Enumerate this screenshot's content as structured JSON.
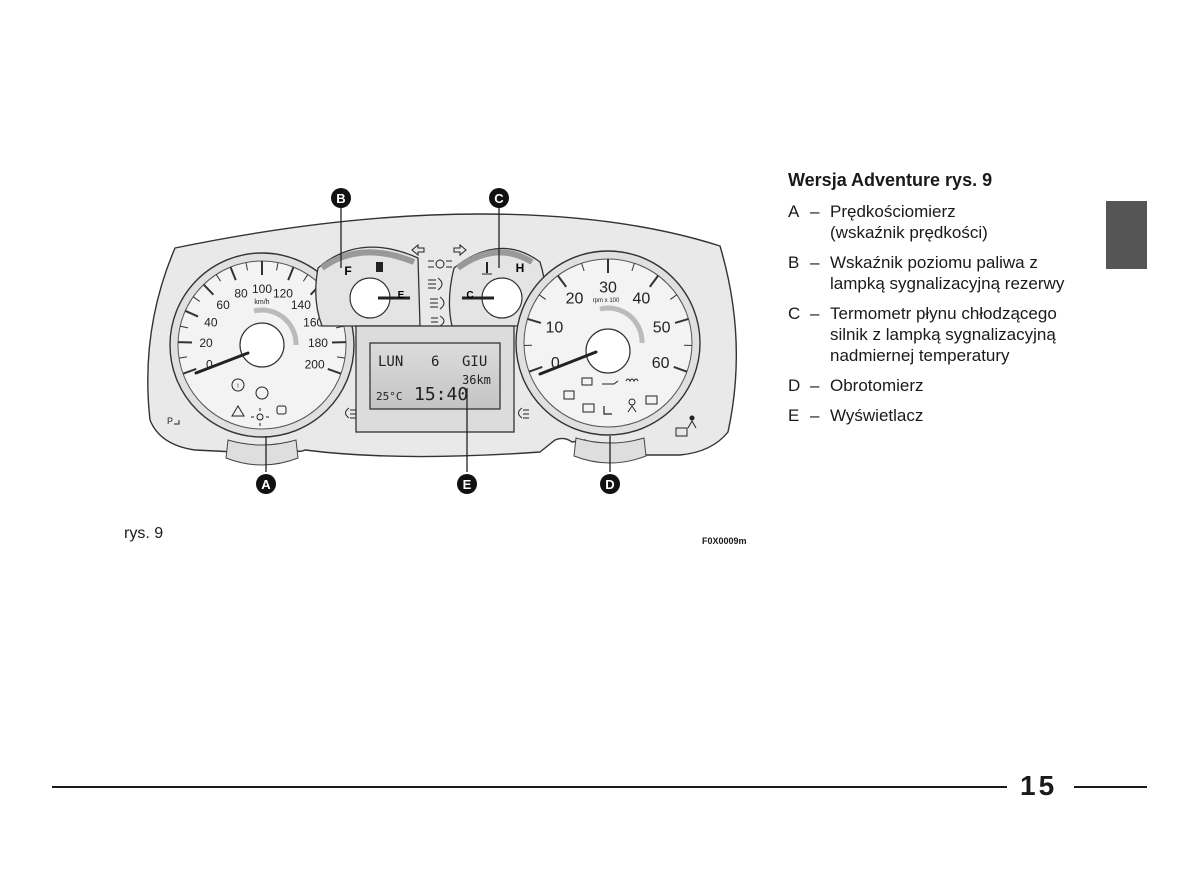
{
  "legend": {
    "title": "Wersja Adventure rys. 9",
    "items": [
      {
        "key": "A",
        "dash": "–",
        "lines": [
          "Prędkościomierz",
          "(wskaźnik prędkości)"
        ]
      },
      {
        "key": "B",
        "dash": "–",
        "lines": [
          "Wskaźnik poziomu paliwa z",
          "lampką sygnalizacyjną rezerwy"
        ]
      },
      {
        "key": "C",
        "dash": "–",
        "lines": [
          "Termometr płynu chłodzącego",
          "silnik z lampką sygnalizacyjną",
          "nadmiernej temperatury"
        ]
      },
      {
        "key": "D",
        "dash": "–",
        "lines": [
          "Obrotomierz"
        ]
      },
      {
        "key": "E",
        "dash": "–",
        "lines": [
          "Wyświetlacz"
        ]
      }
    ]
  },
  "figure": {
    "caption": "rys. 9",
    "code": "F0X0009m",
    "callouts": {
      "A": "A",
      "B": "B",
      "C": "C",
      "D": "D",
      "E": "E"
    },
    "speedometer": {
      "unit": "km/h",
      "labels": [
        "0",
        "20",
        "40",
        "60",
        "80",
        "100",
        "120",
        "140",
        "160",
        "180",
        "200"
      ],
      "needle_value": 0
    },
    "tachometer": {
      "unit": "rpm x 100",
      "labels": [
        "0",
        "10",
        "20",
        "30",
        "40",
        "50",
        "60"
      ],
      "needle_value": 0
    },
    "fuel_gauge": {
      "full": "F",
      "empty": "E"
    },
    "temp_gauge": {
      "cold": "C",
      "hot": "H"
    },
    "display": {
      "day": "LUN",
      "date": "6",
      "month": "GIU",
      "odometer": "36km",
      "temperature": "25°C",
      "time": "15:40"
    }
  },
  "footer": {
    "page_number": "15"
  }
}
